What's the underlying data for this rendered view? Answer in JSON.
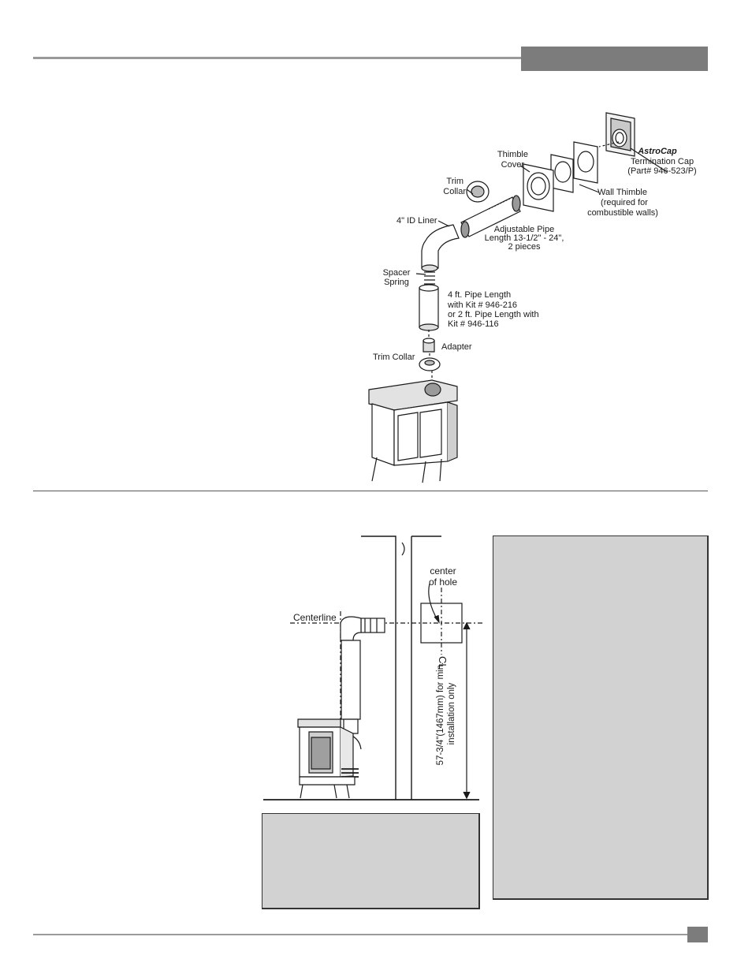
{
  "diagram1": {
    "astrocap": "AstroCap",
    "termination_cap": "Termination Cap",
    "termination_part": "(Part# 946-523/P)",
    "thimble_cover_1": "Thimble",
    "thimble_cover_2": "Cover",
    "trim_collar_top_1": "Trim",
    "trim_collar_top_2": "Collar",
    "wall_thimble_1": "Wall Thimble",
    "wall_thimble_2": "(required for",
    "wall_thimble_3": "combustible walls)",
    "id_liner": "4\" ID Liner",
    "adjustable_1": "Adjustable Pipe",
    "adjustable_2": "Length 13-1/2\" - 24\",",
    "adjustable_3": "2 pieces",
    "spacer_1": "Spacer",
    "spacer_2": "Spring",
    "pipe_1": "4 ft. Pipe Length",
    "pipe_2": "with Kit # 946-216",
    "pipe_3": "or 2 ft. Pipe Length with",
    "pipe_4": "Kit # 946-116",
    "adapter": "Adapter",
    "trim_collar_bottom": "Trim Collar"
  },
  "diagram2": {
    "center_of_hole_1": "center",
    "center_of_hole_2": "of hole",
    "centerline": "Centerline",
    "cl_symbol": "CL",
    "dimension_1": "57-3/4\"(1467mm) for min.",
    "dimension_2": "installation only"
  },
  "colors": {
    "header_gray": "#7c7c7c",
    "rule_gray": "#9a9a9a",
    "box_fill": "#d2d2d3"
  }
}
